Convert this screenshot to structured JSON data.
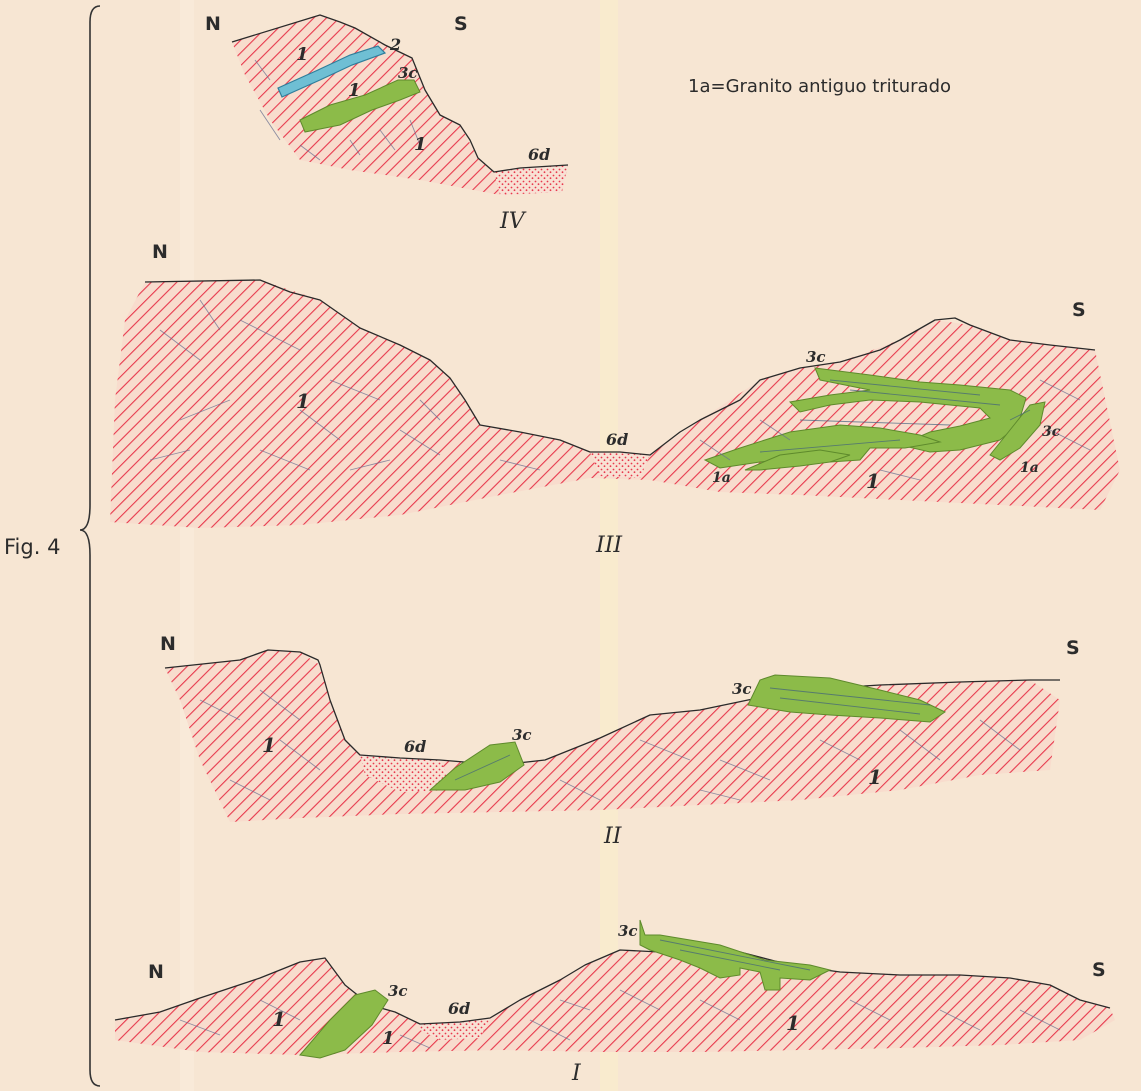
{
  "figure_label": "Fig. 4",
  "legend": {
    "text": "1a=Granito antiguo triturado"
  },
  "sections": [
    {
      "id": "IV",
      "roman": "IV",
      "north": "N",
      "south": "S",
      "labels": {
        "unit_1a": "1",
        "unit_1b": "1",
        "unit_1c": "1",
        "unit_2": "2",
        "unit_3c": "3c",
        "unit_6d": "6d"
      }
    },
    {
      "id": "III",
      "roman": "III",
      "north": "N",
      "south": "S",
      "labels": {
        "unit_1a": "1",
        "unit_1b": "1",
        "unit_3c_a": "3c",
        "unit_3c_b": "3c",
        "unit_1a_a": "1a",
        "unit_1a_b": "1a",
        "unit_6d": "6d"
      }
    },
    {
      "id": "II",
      "roman": "II",
      "north": "N",
      "south": "S",
      "labels": {
        "unit_1a": "1",
        "unit_1b": "1",
        "unit_3c_a": "3c",
        "unit_3c_b": "3c",
        "unit_6d": "6d"
      }
    },
    {
      "id": "I",
      "roman": "I",
      "north": "N",
      "south": "S",
      "labels": {
        "unit_1a": "1",
        "unit_1b": "1",
        "unit_1c": "1",
        "unit_3c_a": "3c",
        "unit_3c_b": "3c",
        "unit_6d": "6d"
      }
    }
  ],
  "colors": {
    "background": "#f7e6d3",
    "granite_hatch": "#e8394d",
    "schist_green": "#8cbb49",
    "dike_blue": "#6fbfd4",
    "sediment_dots": "#e8394d"
  }
}
